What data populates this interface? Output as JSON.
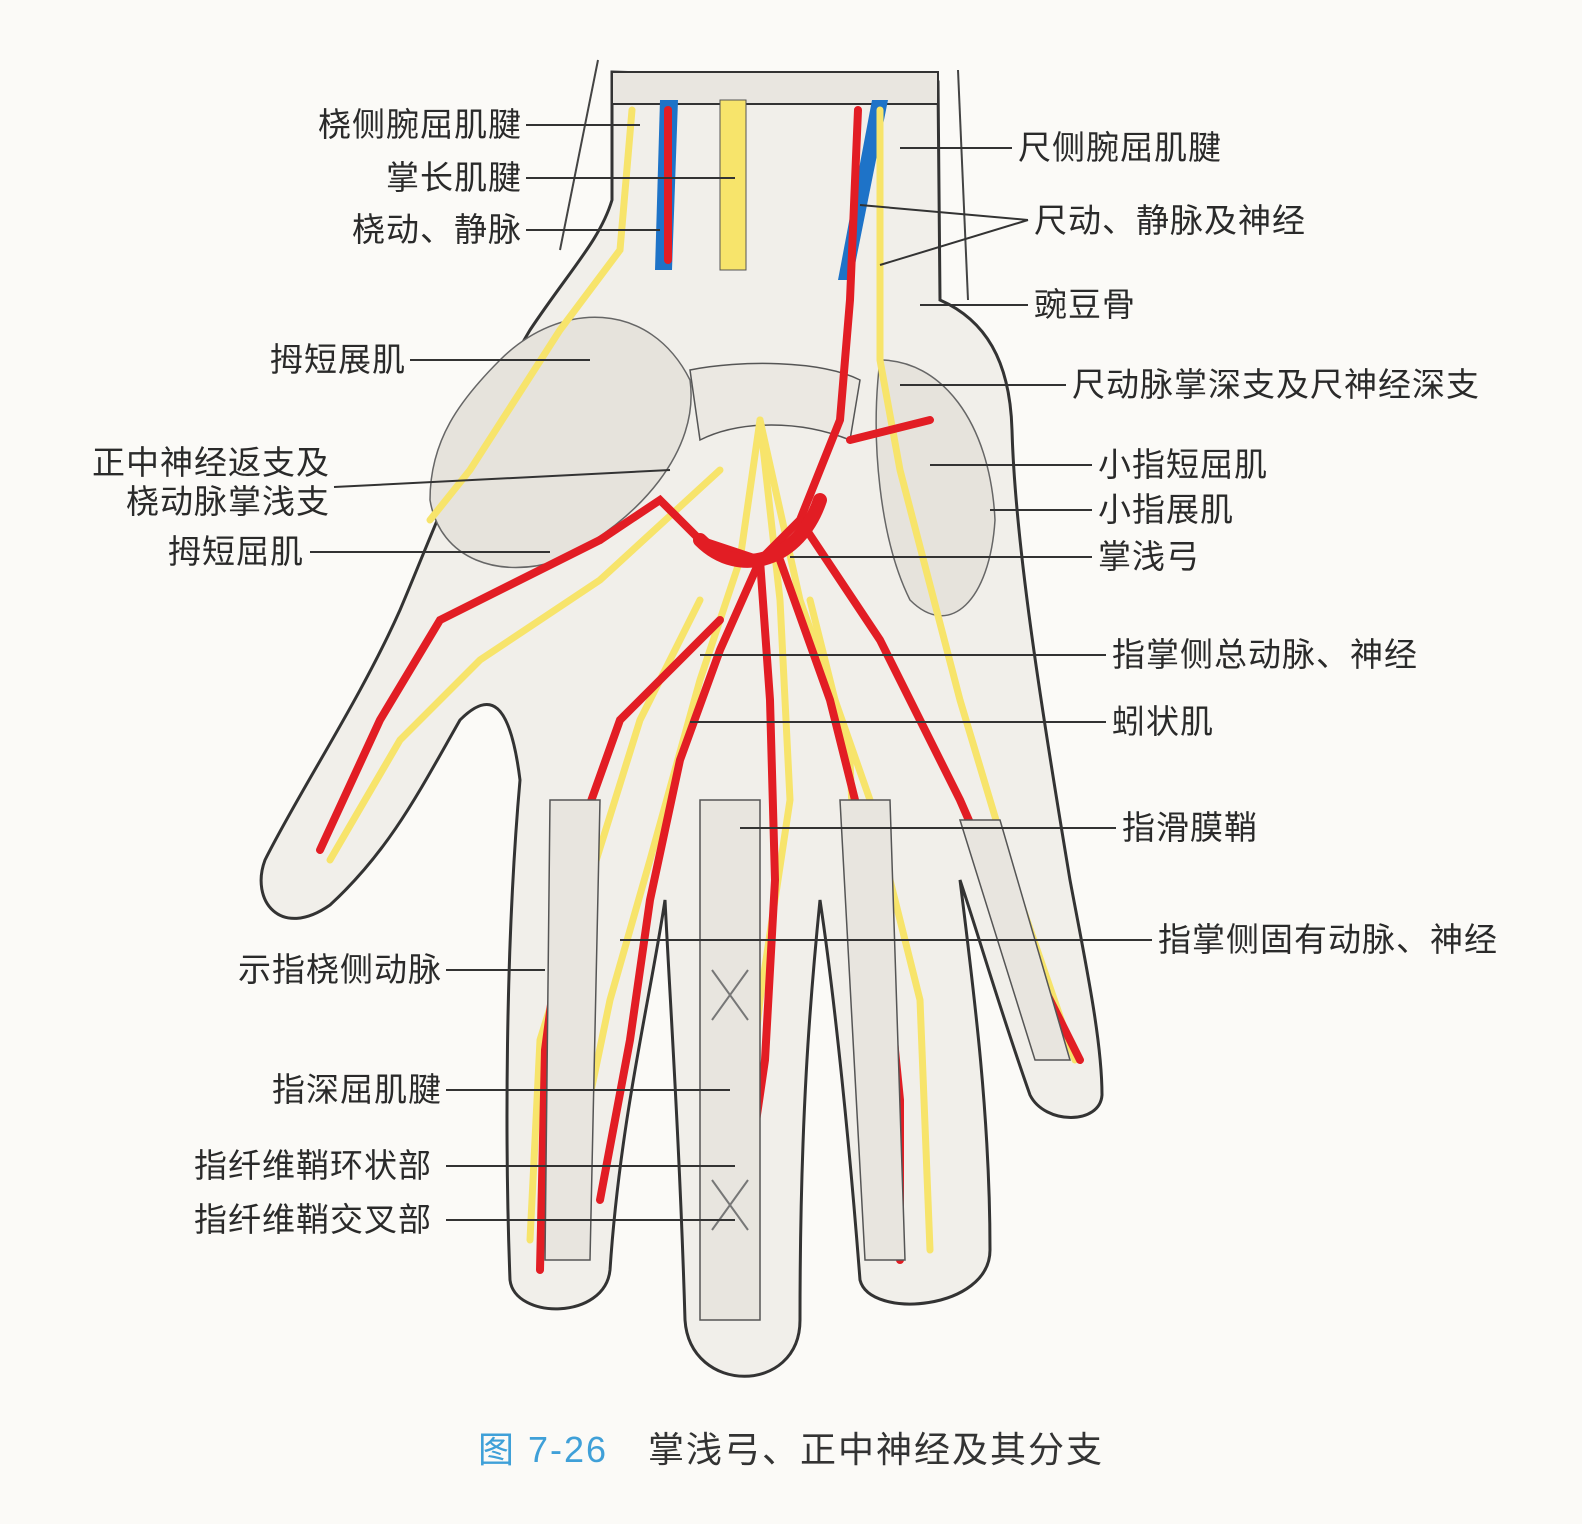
{
  "labels_left": [
    {
      "id": "radial-flexor-tendon",
      "text": "桡侧腕屈肌腱"
    },
    {
      "id": "palmaris-longus-tendon",
      "text": "掌长肌腱"
    },
    {
      "id": "radial-artery-vein",
      "text": "桡动、静脉"
    },
    {
      "id": "abductor-pollicis-brevis",
      "text": "拇短展肌"
    },
    {
      "id": "median-recurrent-branch-line1",
      "text": "正中神经返支及"
    },
    {
      "id": "median-recurrent-branch-line2",
      "text": "桡动脉掌浅支"
    },
    {
      "id": "flexor-pollicis-brevis",
      "text": "拇短屈肌"
    },
    {
      "id": "index-radial-artery",
      "text": "示指桡侧动脉"
    },
    {
      "id": "flexor-digitorum-profundus-tendon",
      "text": "指深屈肌腱"
    },
    {
      "id": "fibrous-sheath-annular",
      "text": "指纤维鞘环状部"
    },
    {
      "id": "fibrous-sheath-cruciform",
      "text": "指纤维鞘交叉部"
    }
  ],
  "labels_right": [
    {
      "id": "ulnar-flexor-tendon",
      "text": "尺侧腕屈肌腱"
    },
    {
      "id": "ulnar-artery-vein-nerve",
      "text": "尺动、静脉及神经"
    },
    {
      "id": "pisiform",
      "text": "豌豆骨"
    },
    {
      "id": "ulnar-deep-branch",
      "text": "尺动脉掌深支及尺神经深支"
    },
    {
      "id": "flexor-digiti-minimi",
      "text": "小指短屈肌"
    },
    {
      "id": "abductor-digiti-minimi",
      "text": "小指展肌"
    },
    {
      "id": "superficial-palmar-arch",
      "text": "掌浅弓"
    },
    {
      "id": "common-palmar-digital",
      "text": "指掌侧总动脉、神经"
    },
    {
      "id": "lumbricals",
      "text": "蚓状肌"
    },
    {
      "id": "synovial-sheath",
      "text": "指滑膜鞘"
    },
    {
      "id": "proper-palmar-digital",
      "text": "指掌侧固有动脉、神经"
    }
  ],
  "caption": {
    "number": "图 7-26",
    "title": "掌浅弓、正中神经及其分支"
  },
  "colors": {
    "artery": "#e21d24",
    "vein": "#1e73c8",
    "nerve": "#f7e46b",
    "outline": "#333333",
    "skin": "#f4f2ee",
    "caption_number": "#3fa0d8"
  }
}
